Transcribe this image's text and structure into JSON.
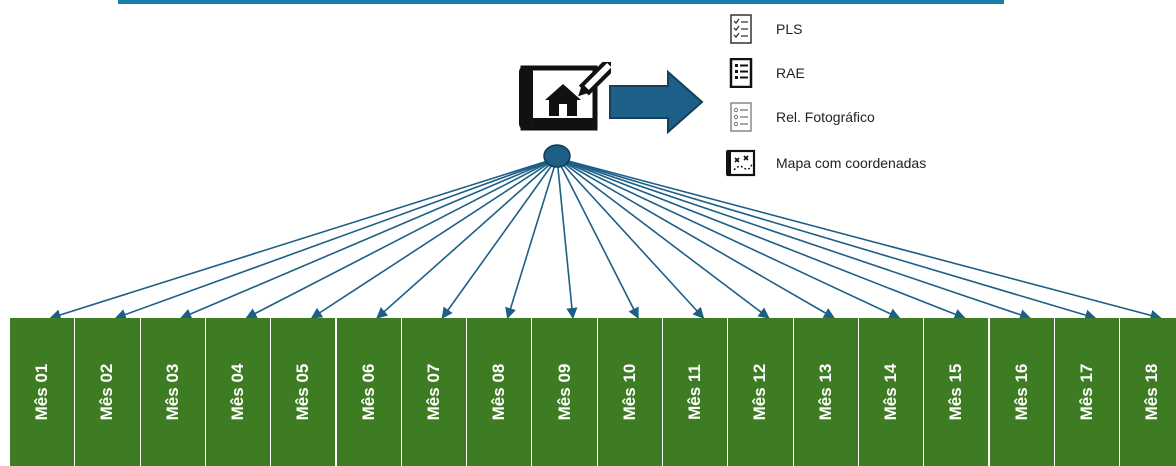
{
  "legend": [
    {
      "label": "PLS",
      "icon": "checklist-icon"
    },
    {
      "label": "RAE",
      "icon": "report-list-icon"
    },
    {
      "label": "Rel. Fotográfico",
      "icon": "photo-list-icon"
    },
    {
      "label": "Mapa com coordenadas",
      "icon": "map-coordinates-icon"
    }
  ],
  "months": [
    "Mês 01",
    "Mês 02",
    "Mês 03",
    "Mês 04",
    "Mês 05",
    "Mês 06",
    "Mês 07",
    "Mês 08",
    "Mês 09",
    "Mês 10",
    "Mês 11",
    "Mês 12",
    "Mês 13",
    "Mês 14",
    "Mês 15",
    "Mês 16",
    "Mês 17",
    "Mês 18"
  ],
  "colors": {
    "month_fill": "#3e7c23",
    "arrow_fill": "#1d5f86",
    "connector": "#1d5f86",
    "top_bar": "#1a7ca8"
  },
  "icons": {
    "source": "house-blueprint-icon",
    "flow": "right-arrow-icon",
    "node": "hub-node"
  }
}
